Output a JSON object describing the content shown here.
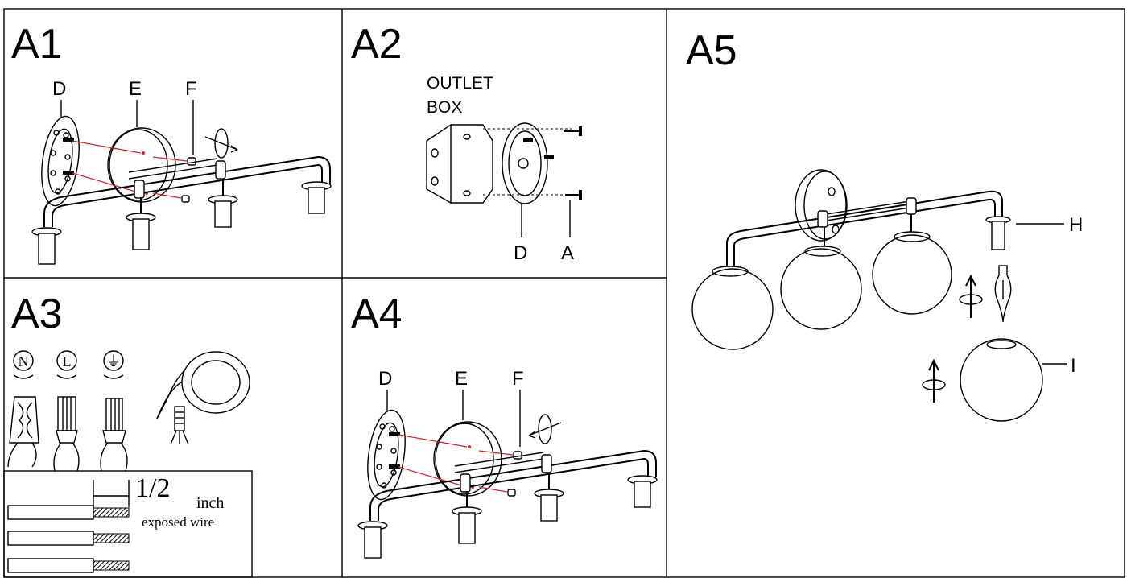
{
  "panels": {
    "a1": {
      "title": "A1",
      "labels": [
        "D",
        "E",
        "F"
      ]
    },
    "a2": {
      "title": "A2",
      "outlet_line1": "OUTLET",
      "outlet_line2": "BOX",
      "labels": [
        "D",
        "A"
      ]
    },
    "a3": {
      "title": "A3",
      "symbols": [
        "N",
        "L",
        "⏚"
      ],
      "fraction": "1/2",
      "unit": "inch",
      "caption": "exposed wire"
    },
    "a4": {
      "title": "A4",
      "labels": [
        "D",
        "E",
        "F"
      ]
    },
    "a5": {
      "title": "A5",
      "labels": [
        "H",
        "I"
      ]
    }
  },
  "colors": {
    "line": "#000000",
    "wire_red": "#dd2222",
    "background": "#ffffff"
  }
}
